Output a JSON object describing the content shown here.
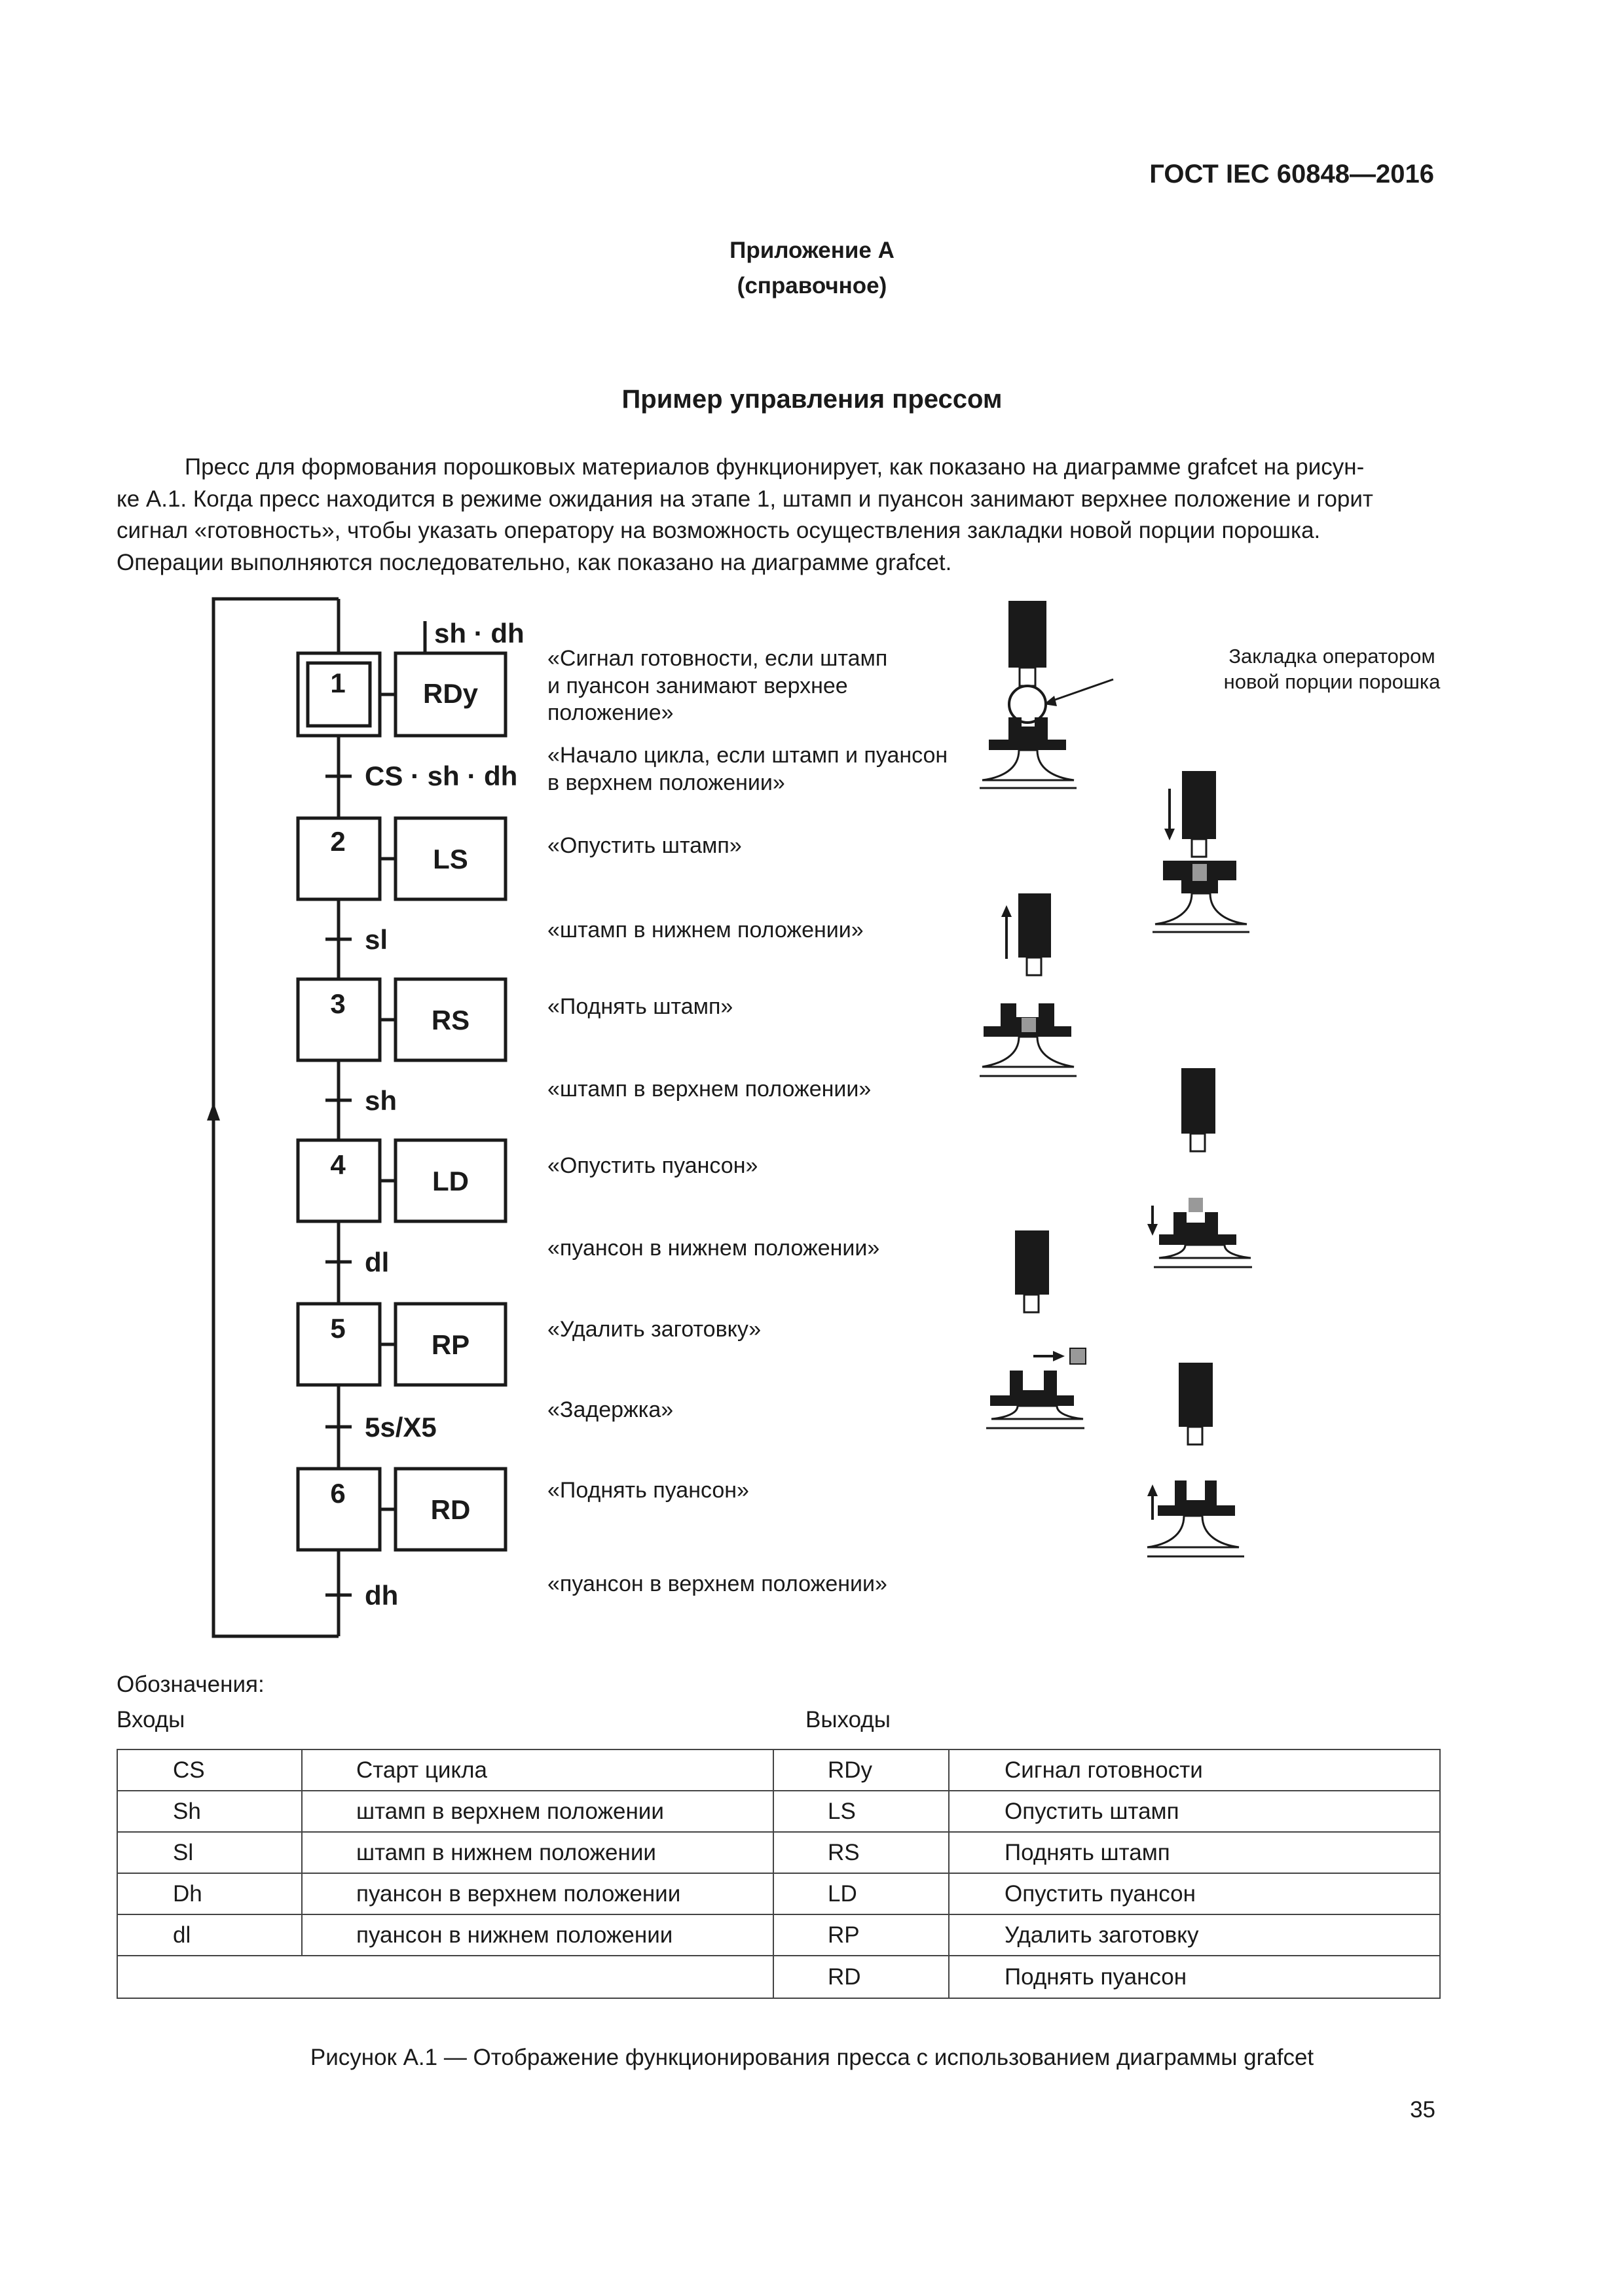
{
  "header": {
    "doc_code": "ГОСТ IEC 60848—2016"
  },
  "appendix": {
    "title_line1": "Приложение А",
    "title_line2": "(справочное)"
  },
  "section_title": "Пример управления прессом",
  "intro_lines": [
    "Пресс для формования порошковых материалов функционирует, как показано на диаграмме grafcet на рисун-",
    "ке А.1. Когда пресс находится в режиме ожидания на этапе 1, штамп и пуансон занимают верхнее положение и горит",
    "сигнал «готовность», чтобы указать оператору на возможность осуществления закладки новой порции порошка.",
    "Операции выполняются последовательно, как показано на диаграмме grafcet."
  ],
  "grafcet": {
    "initial_condition": "sh · dh",
    "steps": [
      {
        "number": "1",
        "action": "RDy"
      },
      {
        "number": "2",
        "action": "LS"
      },
      {
        "number": "3",
        "action": "RS"
      },
      {
        "number": "4",
        "action": "LD"
      },
      {
        "number": "5",
        "action": "RP"
      },
      {
        "number": "6",
        "action": "RD"
      }
    ],
    "transitions": [
      "CS · sh · dh",
      "sl",
      "sh",
      "dl",
      "5s/X5",
      "dh"
    ],
    "descriptions": [
      [
        "«Сигнал готовности, если штамп",
        "и пуансон занимают верхнее",
        "положение»"
      ],
      [
        "«Начало цикла, если штамп и пуансон",
        "в верхнем положении»"
      ],
      [
        "«Опустить штамп»"
      ],
      [
        "«штамп в нижнем положении»"
      ],
      [
        "«Поднять штамп»"
      ],
      [
        "«штамп в верхнем положении»"
      ],
      [
        "«Опустить пуансон»"
      ],
      [
        "«пуансон в нижнем положении»"
      ],
      [
        "«Удалить заготовку»"
      ],
      [
        "«Задержка»"
      ],
      [
        "«Поднять пуансон»"
      ],
      [
        "«пуансон в верхнем положении»"
      ]
    ],
    "operator_note": [
      "Закладка оператором",
      "новой порции порошка"
    ]
  },
  "legend": {
    "caption": "Обозначения:",
    "inputs_caption": "Входы",
    "outputs_caption": "Выходы",
    "rows": [
      {
        "in_code": "CS",
        "in_desc": "Старт цикла",
        "out_code": "RDy",
        "out_desc": "Сигнал готовности"
      },
      {
        "in_code": "Sh",
        "in_desc": "штамп в верхнем положении",
        "out_code": "LS",
        "out_desc": "Опустить штамп"
      },
      {
        "in_code": "Sl",
        "in_desc": "штамп в нижнем положении",
        "out_code": "RS",
        "out_desc": "Поднять штамп"
      },
      {
        "in_code": "Dh",
        "in_desc": "пуансон в верхнем положении",
        "out_code": "LD",
        "out_desc": "Опустить пуансон"
      },
      {
        "in_code": "dl",
        "in_desc": "пуансон в нижнем положении",
        "out_code": "RP",
        "out_desc": "Удалить заготовку"
      },
      {
        "in_code": "",
        "in_desc": "",
        "out_code": "RD",
        "out_desc": "Поднять пуансон"
      }
    ]
  },
  "figure_caption": "Рисунок А.1 — Отображение функционирования пресса с использованием диаграммы grafcet",
  "page_number": "35"
}
